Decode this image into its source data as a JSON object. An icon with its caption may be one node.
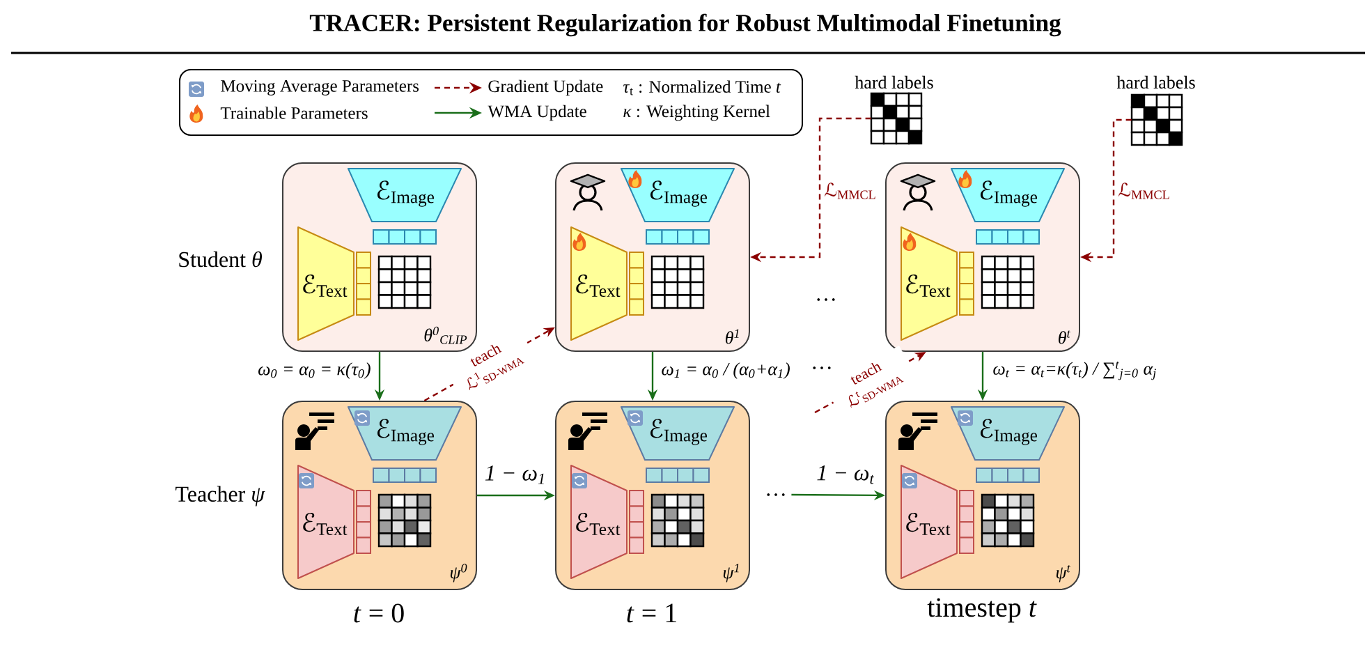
{
  "diagram": {
    "title": "TRACER: Persistent Regularization for Robust Multimodal Finetuning",
    "nodes": [
      {
        "text": [
          "hard labels"
        ]
      },
      {
        "text": [
          "hard labels"
        ]
      },
      {
        "text": [
          "θ$^{0}$$_{CLIP}$"
        ]
      },
      {
        "text": [
          "ℰ$_{Image}$"
        ],
        "in": 2
      },
      {
        "text": [
          "ℰ$_{Text}$"
        ],
        "in": 2
      },
      {
        "text": [
          "θ$^{1}$"
        ]
      },
      {
        "text": [
          "ℰ$_{Image}$"
        ],
        "in": 5
      },
      {
        "text": [
          "ℰ$_{Text}$"
        ],
        "in": 5
      },
      {
        "text": [
          "θ$^{t}$"
        ]
      },
      {
        "text": [
          "ℰ$_{Image}$"
        ],
        "in": 8
      },
      {
        "text": [
          "ℰ$_{Text}$"
        ],
        "in": 8
      },
      {
        "text": [
          "ψ$^{0}$"
        ]
      },
      {
        "text": [
          "ℰ$_{Image}$"
        ],
        "in": 11
      },
      {
        "text": [
          "ℰ$_{Text}$"
        ],
        "in": 11
      },
      {
        "text": [
          "ψ$^{1}$"
        ]
      },
      {
        "text": [
          "ℰ$_{Image}$"
        ],
        "in": 14
      },
      {
        "text": [
          "ℰ$_{Text}$"
        ],
        "in": 14
      },
      {
        "text": [
          "…"
        ]
      },
      {
        "text": [
          "ψ$^{t}$"
        ]
      },
      {
        "text": [
          "ℰ$_{Image}$"
        ],
        "in": 18
      },
      {
        "text": [
          "ℰ$_{Text}$"
        ],
        "in": 18
      }
    ],
    "edges": [
      {
        "from": 2,
        "to": 11,
        "arrow": "to",
        "label": "ω$_{0}$ = α$_{0}$ = κ(τ$_{0}$)"
      },
      {
        "from": 11,
        "to": 5,
        "arrow": "to",
        "label": "teach ℒ$^{1}$$_{SD-WMA}$",
        "style": "dashed",
        "color": "#8b0000"
      },
      {
        "from": 0,
        "to": 5,
        "arrow": "to",
        "label": "ℒ$_{MMCL}$",
        "style": "dashed",
        "color": "#8b0000"
      },
      {
        "from": 5,
        "to": 14,
        "arrow": "to",
        "label": "ω$_{1}$ = α$_{0}$ / (α$_{0}$+α$_{1}$)"
      },
      {
        "from": null,
        "to": 8,
        "arrow": "to",
        "label": "teach ℒ$^{t}$$_{SD-WMA}$",
        "style": "dashed",
        "color": "#8b0000"
      },
      {
        "from": 1,
        "to": 8,
        "arrow": "to",
        "label": "ℒ$_{MMCL}$",
        "style": "dashed",
        "color": "#8b0000"
      },
      {
        "from": 8,
        "to": 18,
        "arrow": "to",
        "label": "ω$_{t}$ = α$_{t}$=κ(τ$_{t}$) / ∑$^{t}$$_{j=0}$ α$_{j}$"
      },
      {
        "from": 11,
        "to": 14,
        "arrow": "to",
        "label": "1 − ω$_{1}$"
      },
      {
        "from": 17,
        "to": 18,
        "arrow": "to",
        "label": "1 − ω$_{t}$"
      }
    ],
    "labels": [
      "Student *θ*",
      "…",
      "…",
      "Teacher *ψ*",
      "*t* = 0",
      "*t* = 1",
      "timestep *t*"
    ],
    "legend": [
      {
        "text": "Moving Average Parameters"
      },
      {
        "text": "Gradient Update"
      },
      {
        "text": "*τ*$_{t}$ : Normalized Time *t*"
      },
      {
        "text": "Trainable Parameters"
      },
      {
        "text": "WMA Update"
      },
      {
        "text": "*κ* : Weighting Kernel"
      }
    ]
  }
}
